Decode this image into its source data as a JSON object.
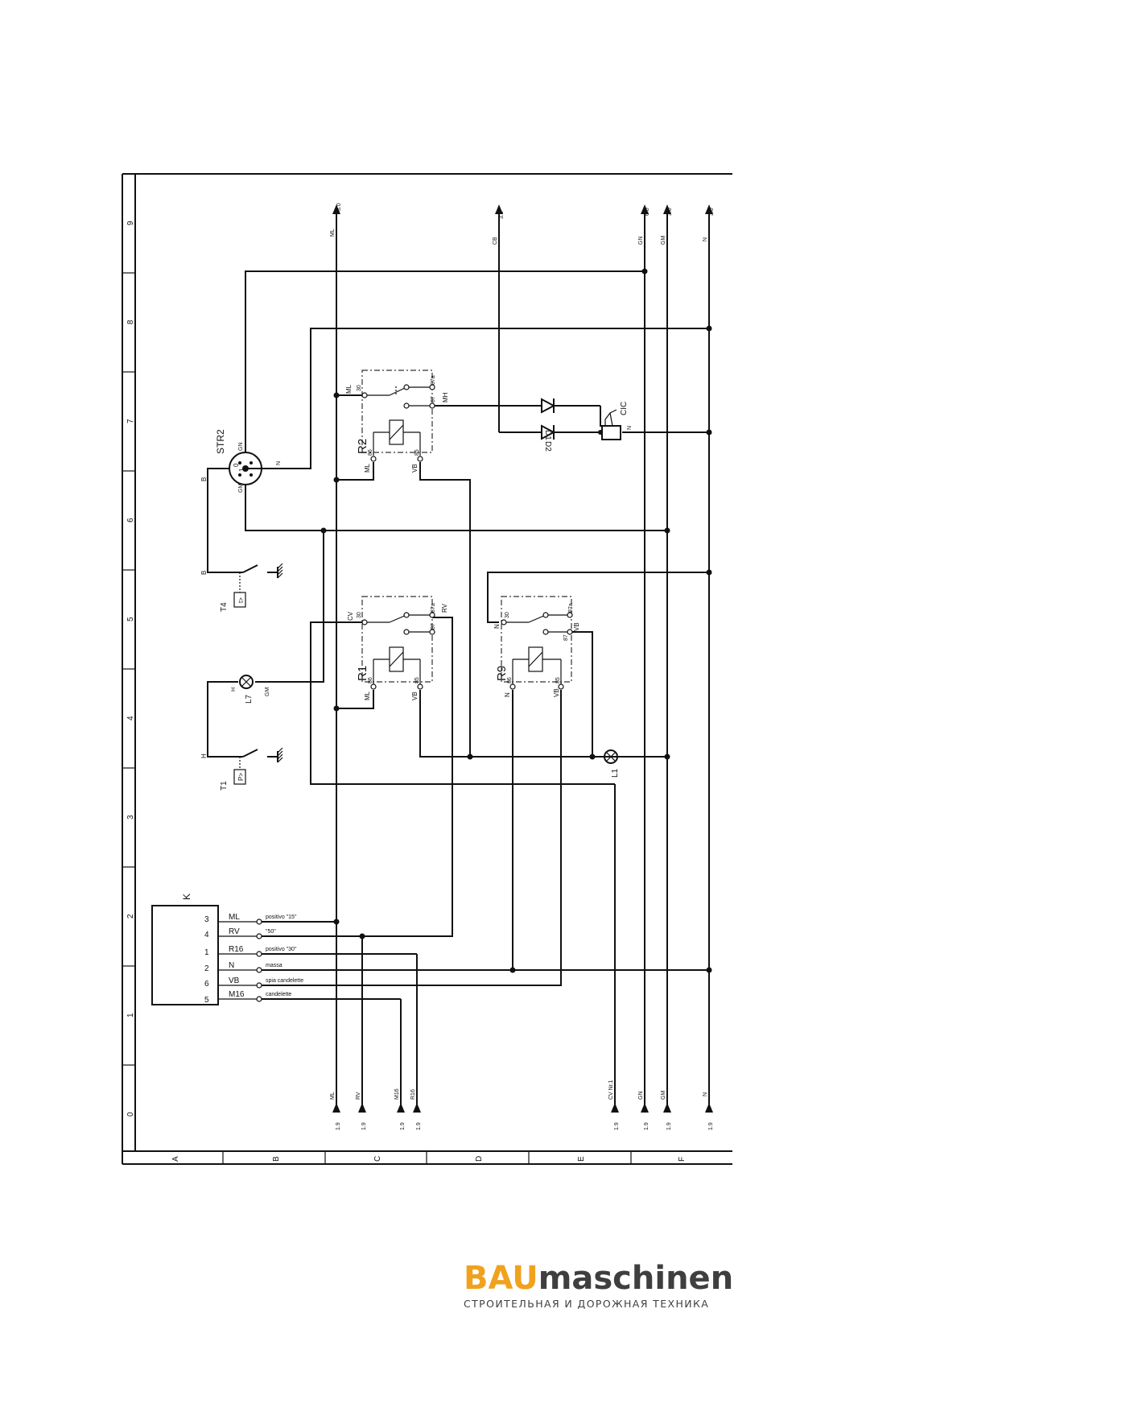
{
  "frame": {
    "row_labels": [
      "A",
      "B",
      "C",
      "D",
      "E",
      "F"
    ],
    "column_numbers": [
      "0",
      "1",
      "2",
      "3",
      "4",
      "5",
      "6",
      "7",
      "8",
      "9"
    ]
  },
  "block_k": {
    "title": "K",
    "pins": [
      {
        "num": "3",
        "signal": "ML",
        "desc": "positivo \"15\""
      },
      {
        "num": "4",
        "signal": "RV",
        "desc": "\"50\""
      },
      {
        "num": "1",
        "signal": "R16",
        "desc": "positivo \"30\""
      },
      {
        "num": "2",
        "signal": "N",
        "desc": "massa"
      },
      {
        "num": "6",
        "signal": "VB",
        "desc": "spia candelette"
      },
      {
        "num": "5",
        "signal": "M16",
        "desc": "candelette"
      }
    ]
  },
  "top_arrows": [
    {
      "signal": "ML",
      "ref": "3.0"
    },
    {
      "signal": "CB",
      "ref": "3.0"
    },
    {
      "signal": "GN",
      "ref": "6.0"
    },
    {
      "signal": "GM",
      "ref": "3.0"
    },
    {
      "signal": "N",
      "ref": "3.0"
    }
  ],
  "bottom_arrows": [
    {
      "signal": "ML",
      "ref": "1.9"
    },
    {
      "signal": "RV",
      "ref": "1.9"
    },
    {
      "signal": "M16",
      "ref": "1.9"
    },
    {
      "signal": "R16",
      "ref": "1.9"
    },
    {
      "signal": "CV Nr.1",
      "ref": "1.9"
    },
    {
      "signal": "GN",
      "ref": "1.9"
    },
    {
      "signal": "GM",
      "ref": "1.9"
    },
    {
      "signal": "N",
      "ref": "1.9"
    }
  ],
  "relays": [
    {
      "name": "R2",
      "in_30": "ML",
      "out_87": "MH",
      "coil_86": "ML",
      "coil_85": "VB",
      "pins": [
        "30",
        "87a",
        "87",
        "86",
        "85"
      ]
    },
    {
      "name": "R1",
      "in_30": "CV",
      "out_87a": "RV",
      "coil_86": "ML",
      "coil_85": "VB",
      "pins": [
        "30",
        "87a",
        "87",
        "86",
        "85"
      ]
    },
    {
      "name": "R9",
      "in_30": "N",
      "out_87": "VB",
      "coil_86": "N",
      "coil_85": "VB",
      "pins": [
        "30",
        "87a",
        "87",
        "86",
        "85"
      ]
    }
  ],
  "components": {
    "str2": {
      "name": "STR2",
      "pin_gn": "GN",
      "pin_gm": "GM",
      "pin_n": "N",
      "pin_b": "B"
    },
    "t4": {
      "name": "T4",
      "wire": "B"
    },
    "t1": {
      "name": "T1",
      "wire": "H"
    },
    "l7": {
      "name": "L7",
      "in": "H",
      "out": "GM"
    },
    "l1": {
      "name": "L1"
    },
    "d1": {
      "name": "D1"
    },
    "d2": {
      "name": "D2"
    },
    "cic": {
      "name": "CIC",
      "pin_n": "N"
    }
  },
  "logo": {
    "word_part1": "BAU",
    "word_part2": "maschinen",
    "tagline": "СТРОИТЕЛЬНАЯ И ДОРОЖНАЯ ТЕХНИКА"
  }
}
